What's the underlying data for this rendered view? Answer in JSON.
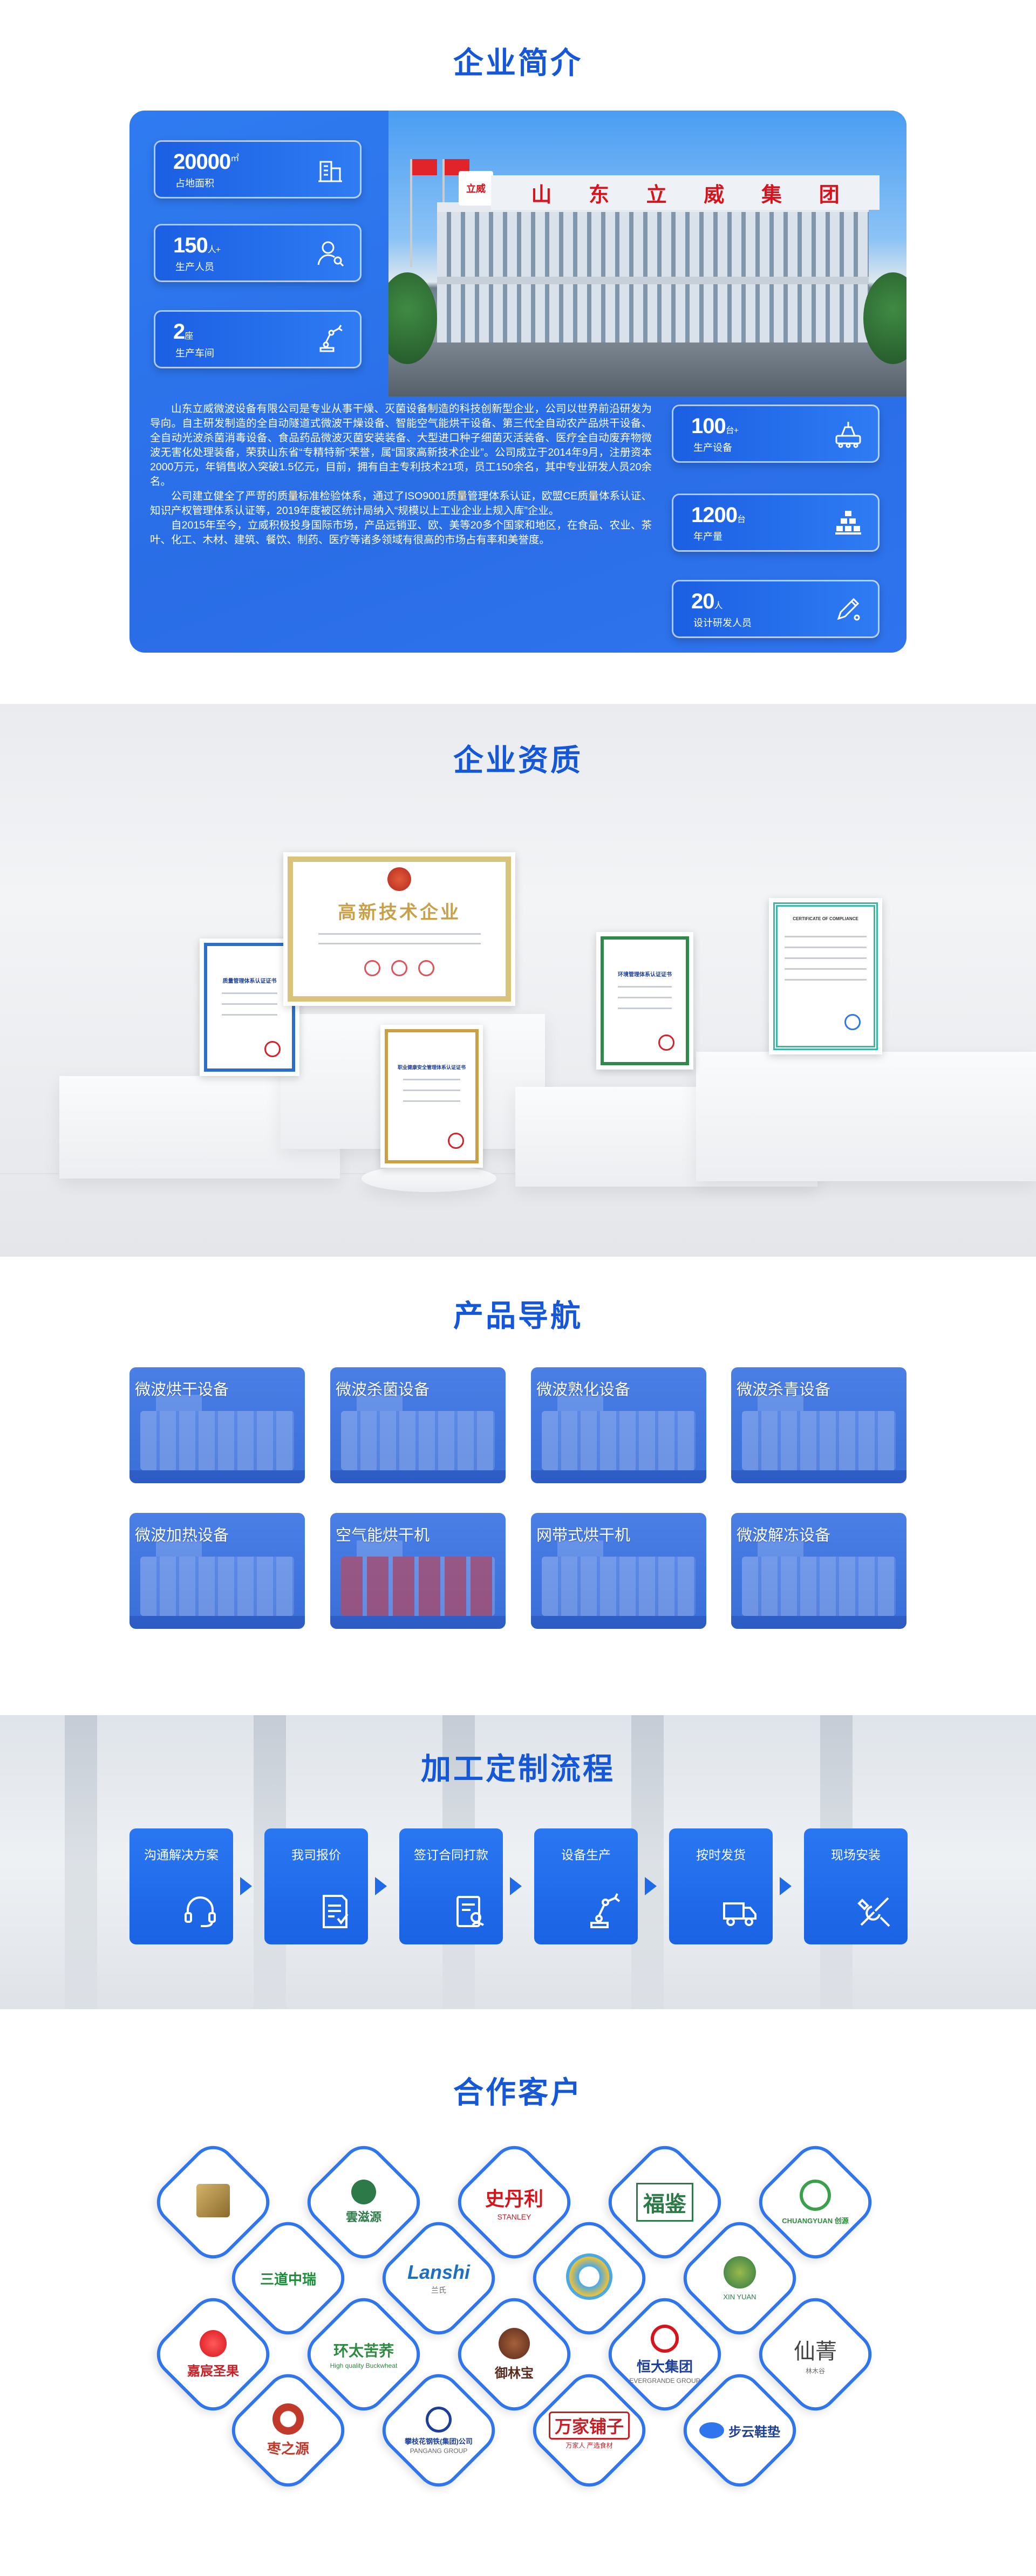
{
  "intro": {
    "title": "企业简介",
    "stats_left": [
      {
        "value": "20000",
        "unit": "㎡",
        "label": "占地面积",
        "icon": "building-icon"
      },
      {
        "value": "150",
        "unit": "人+",
        "label": "生产人员",
        "icon": "user-search-icon"
      },
      {
        "value": "2",
        "unit": "座",
        "label": "生产车间",
        "icon": "robot-arm-icon"
      }
    ],
    "stats_right": [
      {
        "value": "100",
        "unit": "台+",
        "label": "生产设备",
        "icon": "machine-icon"
      },
      {
        "value": "1200",
        "unit": "台",
        "label": "年产量",
        "icon": "stack-icon"
      },
      {
        "value": "20",
        "unit": "人",
        "label": "设计研发人员",
        "icon": "pen-icon"
      }
    ],
    "photo_sign": [
      "山",
      "东",
      "立",
      "威",
      "集",
      "团"
    ],
    "photo_logo": "立威",
    "paragraphs": [
      "山东立威微波设备有限公司是专业从事干燥、灭菌设备制造的科技创新型企业，公司以世界前沿研发为导向。自主研发制造的全自动隧道式微波干燥设备、智能空气能烘干设备、第三代全自动农产品烘干设备、全自动光波杀菌消毒设备、食品药品微波灭菌安装装备、大型进口种子细菌灭活装备、医疗全自动废弃物微波无害化处理装备，荣获山东省“专精特新”荣誉，属“国家高新技术企业”。公司成立于2014年9月，注册资本2000万元，年销售收入突破1.5亿元，目前，拥有自主专利技术21项，员工150余名，其中专业研发人员20余名。",
      "公司建立健全了严苛的质量标准检验体系，通过了ISO9001质量管理体系认证，欧盟CE质量体系认证、知识产权管理体系认证等，2019年度被区统计局纳入“规模以上工业企业上规入库”企业。",
      "自2015年至今，立威积极投身国际市场，产品远销亚、欧、美等20多个国家和地区，在食品、农业、茶叶、化工、木材、建筑、餐饮、制药、医疗等诸多领域有很高的市场占有率和美誉度。"
    ]
  },
  "qualification": {
    "title": "企业资质",
    "certs": [
      {
        "title": "质量管理体系认证证书"
      },
      {
        "title": "高新技术企业"
      },
      {
        "title": "职业健康安全管理体系认证证书"
      },
      {
        "title": "环境管理体系认证证书"
      },
      {
        "title": "CERTIFICATE OF COMPLIANCE"
      }
    ]
  },
  "products": {
    "title": "产品导航",
    "items": [
      {
        "name": "微波烘干设备"
      },
      {
        "name": "微波杀菌设备"
      },
      {
        "name": "微波熟化设备"
      },
      {
        "name": "微波杀青设备"
      },
      {
        "name": "微波加热设备"
      },
      {
        "name": "空气能烘干机"
      },
      {
        "name": "网带式烘干机"
      },
      {
        "name": "微波解冻设备"
      }
    ]
  },
  "process": {
    "title": "加工定制流程",
    "steps": [
      {
        "name": "沟通解决方案",
        "icon": "headset-icon"
      },
      {
        "name": "我司报价",
        "icon": "invoice-icon"
      },
      {
        "name": "签订合同打款",
        "icon": "contract-icon"
      },
      {
        "name": "设备生产",
        "icon": "robot-arm-icon"
      },
      {
        "name": "按时发货",
        "icon": "truck-icon"
      },
      {
        "name": "现场安装",
        "icon": "tools-icon"
      }
    ]
  },
  "customers": {
    "title": "合作客户",
    "logos": [
      {
        "text": "",
        "sub": "",
        "color": "#8a6b2b",
        "mark": "#c9a255"
      },
      {
        "text": "雲滋源",
        "sub": "",
        "color": "#2d7a48",
        "mark": "#2d7a48"
      },
      {
        "text": "史丹利",
        "sub": "STANLEY",
        "color": "#d7141c",
        "mark": ""
      },
      {
        "text": "福鉴",
        "sub": "",
        "color": "#2d7a48",
        "mark": ""
      },
      {
        "text": "",
        "sub": "CHUANGYUAN 创源",
        "color": "#2d8a3e",
        "mark": "#3aa04c"
      },
      {
        "text": "三道中瑞",
        "sub": "",
        "color": "#1d8c3a",
        "mark": ""
      },
      {
        "text": "Lanshi",
        "sub": "兰氏",
        "color": "#1d6fc4",
        "mark": ""
      },
      {
        "text": "",
        "sub": "",
        "color": "#1d8ad6",
        "mark": "#4aa8e6"
      },
      {
        "text": "",
        "sub": "XIN YUAN",
        "color": "#2d7a48",
        "mark": "#9ab94a"
      },
      {
        "text": "嘉宸圣果",
        "sub": "",
        "color": "#c71f26",
        "mark": "#d7141c"
      },
      {
        "text": "环太苦荞",
        "sub": "High quality Buckwheat",
        "color": "#2d8a3e",
        "mark": ""
      },
      {
        "text": "御林宝",
        "sub": "",
        "color": "#5a2a1c",
        "mark": "#7a3b22"
      },
      {
        "text": "恒大集团",
        "sub": "EVERGRANDE GROUP",
        "color": "#1d3f9a",
        "mark": "#d7141c"
      },
      {
        "text": "仙菁",
        "sub": "林木谷",
        "color": "#555",
        "mark": ""
      },
      {
        "text": "枣之源",
        "sub": "",
        "color": "#c0392b",
        "mark": "#c0392b"
      },
      {
        "text": "攀枝花钢铁(集团)公司",
        "sub": "PANGANG GROUP",
        "color": "#1d3f9a",
        "mark": "#1d3f9a"
      },
      {
        "text": "万家铺子",
        "sub": "万家人 严选食材",
        "color": "#c71f26",
        "mark": ""
      },
      {
        "text": "步云鞋垫",
        "sub": "",
        "color": "#1d3f9a",
        "mark": "#2f75ee"
      }
    ]
  }
}
